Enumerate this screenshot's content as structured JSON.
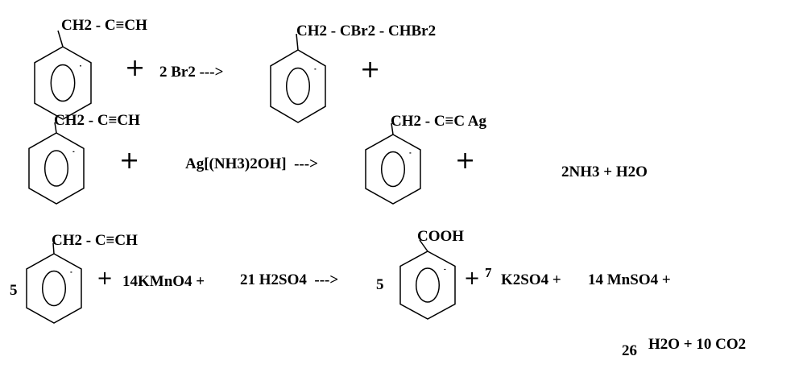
{
  "reactions": [
    {
      "reactant_substituent": "CH2 - C≡CH",
      "plus1": "+",
      "reagent": "2 Br2 --->",
      "product_substituent": "CH2 - CBr2 - CHBr2",
      "plus2": "+"
    },
    {
      "reactant_substituent": "CH2 - C≡CH",
      "plus1": "+",
      "reagent": "Ag[(NH3)2OH]  --->",
      "product_substituent": "CH2 - C≡C Ag",
      "plus2": "+",
      "byproducts": "2NH3 + H2O"
    },
    {
      "coef_reactant": "5",
      "reactant_substituent": "CH2 - C≡CH",
      "plus1": "+",
      "reagent1": "14KMnO4 +",
      "reagent2": "21 H2SO4  --->",
      "coef_product": "5",
      "product_substituent": "COOH",
      "plus2": "+",
      "coef_k2so4": "7",
      "k2so4": "K2SO4 +",
      "mnso4": "14 MnSO4 +",
      "coef_h2o": "26",
      "h2o_co2": "H2O + 10 CO2"
    }
  ]
}
